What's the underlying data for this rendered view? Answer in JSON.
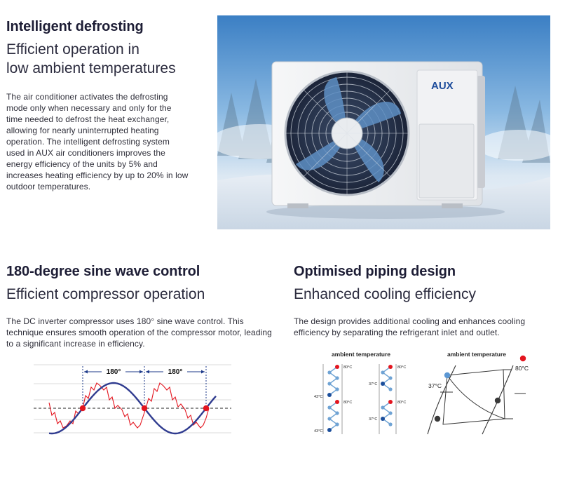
{
  "defrosting": {
    "title": "Intelligent defrosting",
    "subtitle_line1": "Efficient operation in",
    "subtitle_line2": "low ambient temperatures",
    "body": "The air conditioner activates the defrosting mode only when necessary and only for the time needed to defrost the heat exchanger, allowing for nearly uninterrupted heating operation. The intelligent defrosting system used in AUX air conditioners improves the energy efficiency of the units by 5% and increases heating efficiency by up to 20% in low outdoor temperatures."
  },
  "hero": {
    "brand": "AUX"
  },
  "sine": {
    "title": "180-degree sine wave control",
    "subtitle": "Efficient compressor operation",
    "body": "The DC inverter compressor uses 180° sine wave control. This technique ensures smooth operation of the compressor motor, leading to a significant increase in efficiency.",
    "label_a": "180°",
    "label_b": "180°"
  },
  "piping": {
    "title": "Optimised piping design",
    "subtitle": "Enhanced cooling efficiency",
    "body": "The design provides additional cooling and enhances cooling efficiency by separating the refrigerant inlet and outlet.",
    "left_heading": "ambient temperature",
    "left_labels": {
      "t80_top": "80°C",
      "t43_mid": "43°C",
      "t80_mid": "80°C",
      "t43_bot": "43°C",
      "r80_top": "80°C",
      "r37_mid": "37°C",
      "r80_mid": "80°C",
      "r37_bot": "37°C"
    },
    "right_heading": "ambient temperature",
    "right_label_80": "80°C",
    "right_label_37": "37°C"
  },
  "colors": {
    "red": "#e3151f",
    "navy_wave": "#2f3b8f",
    "blue_dot": "#1b4e9b",
    "light_blue_dot": "#5b97d3",
    "coil_blue": "#6fa3d4"
  }
}
